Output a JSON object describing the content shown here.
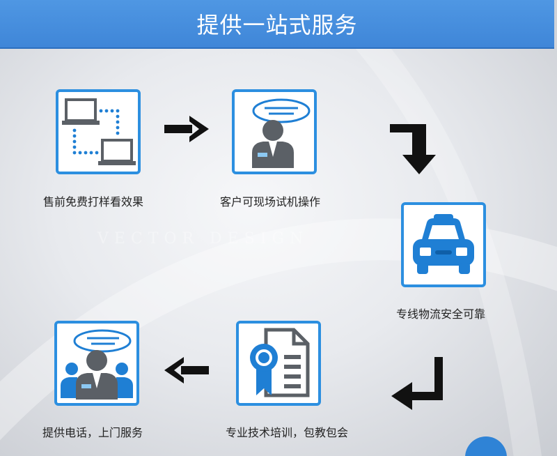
{
  "header": {
    "title": "提供一站式服务"
  },
  "steps": [
    {
      "icon": "laptops-icon",
      "caption": "售前免费打样看效果"
    },
    {
      "icon": "agent-icon",
      "caption": "客户可现场试机操作"
    },
    {
      "icon": "car-icon",
      "caption": "专线物流安全可靠"
    },
    {
      "icon": "certificate-icon",
      "caption": "专业技术培训，包教包会"
    },
    {
      "icon": "team-icon",
      "caption": "提供电话，上门服务"
    }
  ],
  "colors": {
    "header": "#4a92e0",
    "tile_border": "#2c8fe0",
    "icon_blue": "#1f7fd4",
    "icon_gray": "#5b6066"
  }
}
